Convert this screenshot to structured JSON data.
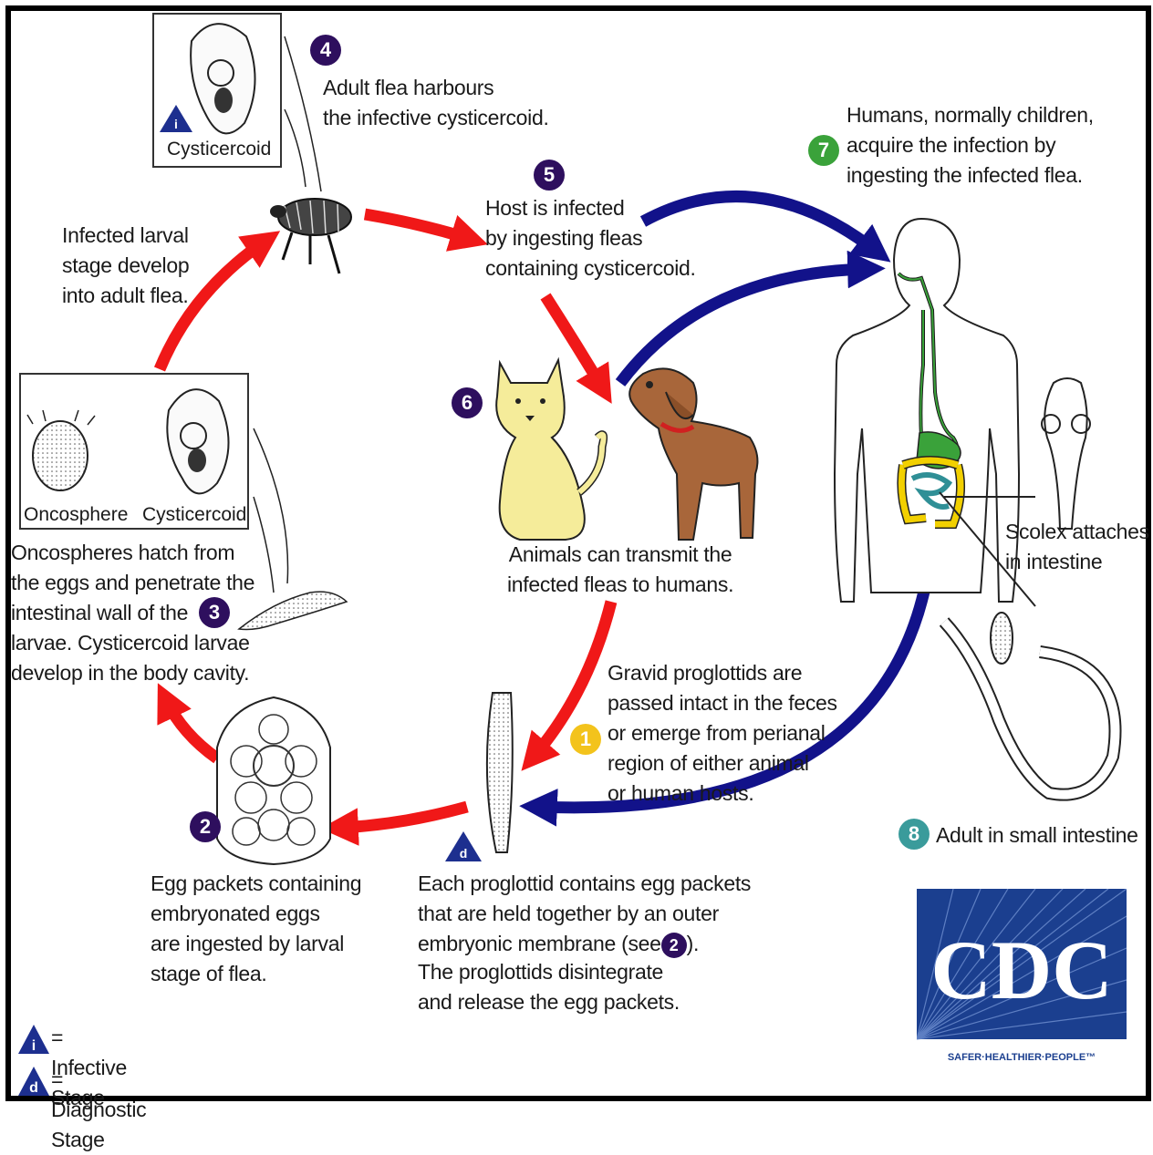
{
  "stages": {
    "s1": {
      "num": "1",
      "text": "Gravid proglottids are\npassed intact in the feces\nor emerge from perianal\nregion of either animal\nor human hosts."
    },
    "s2": {
      "num": "2",
      "text": "Egg packets containing\nembryonated eggs\nare ingested by larval\nstage of flea."
    },
    "s3": {
      "num": "3",
      "text": "Oncospheres hatch from\nthe eggs and penetrate the\nintestinal wall of the\nlarvae. Cysticercoid larvae\ndevelop in the body cavity."
    },
    "s4": {
      "num": "4",
      "text": "Adult flea harbours\nthe infective cysticercoid."
    },
    "s5": {
      "num": "5",
      "text": "Host is infected\nby ingesting fleas\ncontaining cysticercoid."
    },
    "s6": {
      "num": "6",
      "text": "Animals can transmit the\ninfected fleas to humans."
    },
    "s7": {
      "num": "7",
      "text": "Humans, normally children,\nacquire the infection by\ningesting the infected flea."
    },
    "s8": {
      "num": "8",
      "text": "Adult in small intestine"
    }
  },
  "extra": {
    "larval": "Infected larval\nstage develop\ninto adult flea.",
    "proglottid_a": "Each proglottid contains egg packets\nthat are held together by an outer\nembryonic membrane (see",
    "proglottid_ref": "2",
    "proglottid_close": ").",
    "proglottid_b": "The proglottids disintegrate\nand release the egg packets.",
    "scolex": "Scolex attaches\nin intestine"
  },
  "captions": {
    "cysticercoid_top": "Cysticercoid",
    "oncosphere": "Oncosphere",
    "cysticercoid_box": "Cysticercoid"
  },
  "legend": {
    "infective_letter": "i",
    "infective": "= Infective Stage",
    "diagnostic_letter": "d",
    "diagnostic": "= Diagnostic Stage"
  },
  "logo": {
    "text": "CDC",
    "tagline": "SAFER·HEALTHIER·PEOPLE™"
  },
  "colors": {
    "red_arrow": "#f01818",
    "blue_arrow": "#12128a",
    "purple": "#2e0f5e",
    "green": "#3aa23a",
    "yellow": "#f3c31c",
    "teal": "#3a9b9b",
    "cdc_blue": "#1b3f8f"
  }
}
